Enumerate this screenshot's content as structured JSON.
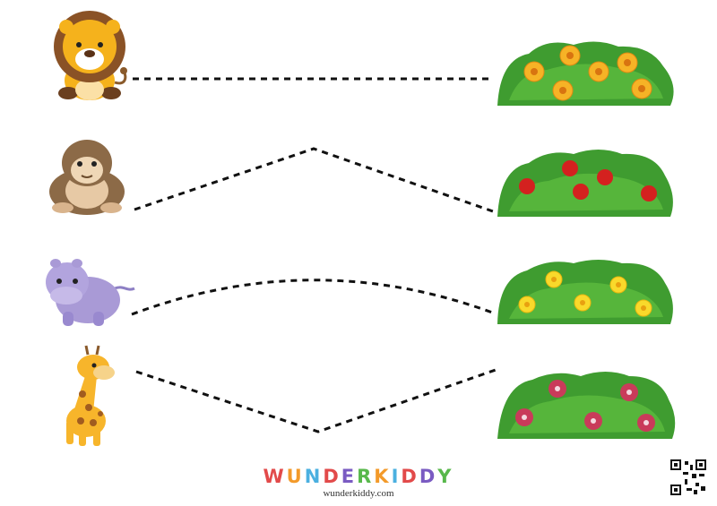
{
  "worksheet": {
    "animals": [
      "lion",
      "gorilla",
      "hippo",
      "giraffe"
    ],
    "bushes": [
      "orange-flower-bush",
      "red-rose-bush",
      "yellow-flower-bush",
      "pink-hibiscus-bush"
    ],
    "paths": [
      "straight-line",
      "peak-line",
      "arc-line",
      "valley-line"
    ]
  },
  "footer": {
    "logo_text": "WUNDERKIDDY",
    "website": "wunderkiddy.com"
  },
  "colors": {
    "lion": "#f5b21c",
    "gorilla": "#a98560",
    "hippo": "#a99ad6",
    "giraffe": "#f7b52b",
    "bush_green": "#3f9c30",
    "logo_letters": [
      "#e24a4a",
      "#f39a2a",
      "#4bb0e0",
      "#e24a4a",
      "#7a5bc2",
      "#58b84b",
      "#f39a2a",
      "#4bb0e0",
      "#e24a4a",
      "#7a5bc2",
      "#58b84b"
    ]
  }
}
